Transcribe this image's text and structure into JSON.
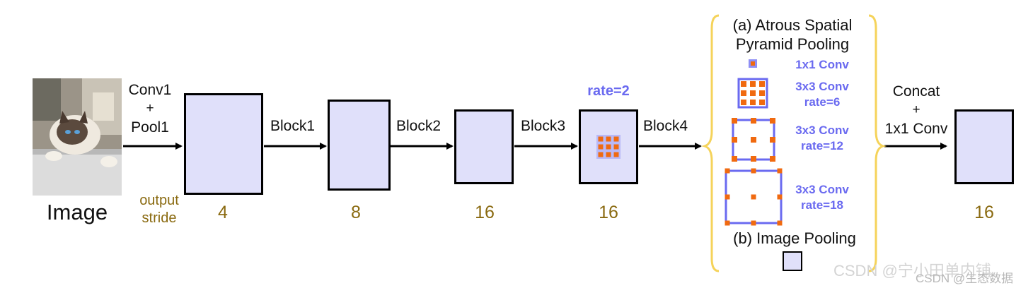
{
  "input": {
    "label": "Image"
  },
  "stem": {
    "line1": "Conv1",
    "line2": "+",
    "line3": "Pool1"
  },
  "output_stride_label": {
    "line1": "output",
    "line2": "stride"
  },
  "blocks": [
    {
      "arrow_label": "Block1",
      "stride": "4"
    },
    {
      "arrow_label": "Block2",
      "stride": "8"
    },
    {
      "arrow_label": "Block3",
      "stride": "16"
    },
    {
      "arrow_label": "Block4",
      "stride": "16"
    }
  ],
  "block4_rate": "rate=2",
  "feature_strides": [
    "4",
    "8",
    "16",
    "16"
  ],
  "aspp": {
    "title_line1": "(a) Atrous Spatial",
    "title_line2": "Pyramid Pooling",
    "branches": [
      {
        "line1": "1x1 Conv",
        "line2": ""
      },
      {
        "line1": "3x3 Conv",
        "line2": "rate=6"
      },
      {
        "line1": "3x3 Conv",
        "line2": "rate=12"
      },
      {
        "line1": "3x3 Conv",
        "line2": "rate=18"
      }
    ],
    "image_pooling": "(b) Image Pooling"
  },
  "concat": {
    "line1": "Concat",
    "line2": "+",
    "line3": "1x1 Conv"
  },
  "output_stride": "16",
  "watermark": {
    "back": "CSDN @宁小田单内铺",
    "front": "CSDN @生态数据"
  },
  "colors": {
    "box_fill": "#e0e0fa",
    "kernel_blue": "#6a6af0",
    "dot_orange": "#f06a10",
    "brace_yellow": "#f5d35a",
    "stride_gold": "#8a6a10"
  }
}
